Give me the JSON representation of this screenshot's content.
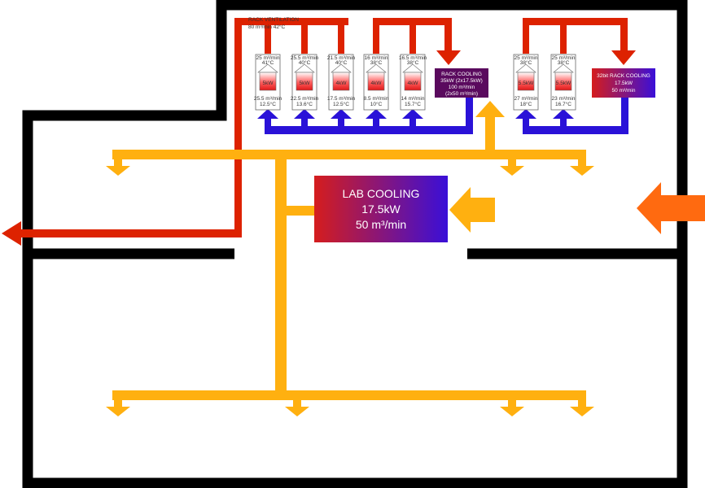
{
  "colors": {
    "wall": "#000000",
    "hot_air": "#dd2200",
    "cool_air": "#ffb010",
    "return_air": "#2a12d8",
    "intake": "#ff6a10",
    "cooling_grad_start": "#d51d1d",
    "cooling_grad_end": "#3a0fd8"
  },
  "labels": {
    "rack_ventilation": "RACK VENTILATION",
    "rack_ventilation_sub": "80 m³/min  42°C",
    "rack_cooling_1": [
      "RACK COOLING",
      "35kW (2x17.5kW)",
      "100 m³/min",
      "(2x50 m³/min)"
    ],
    "rack_cooling_2": [
      "32bit RACK COOLING",
      "17.5kW",
      "50 m³/min"
    ],
    "lab_cooling_title": "LAB COOLING",
    "lab_cooling_power": "17.5kW",
    "lab_cooling_flow": "50 m³/min"
  },
  "racks_group1": [
    {
      "top_flow": "25 m³/min",
      "top_temp": "41°C",
      "power": "5kW",
      "bottom_flow": "25.5 m³/min",
      "bottom_temp": "12.5°C"
    },
    {
      "top_flow": "25.5 m³/min",
      "top_temp": "40°C",
      "power": "5kW",
      "bottom_flow": "22.5 m³/min",
      "bottom_temp": "13.6°C"
    },
    {
      "top_flow": "21.5 m³/min",
      "top_temp": "40°C",
      "power": "4kW",
      "bottom_flow": "17.5 m³/min",
      "bottom_temp": "12.5°C"
    },
    {
      "top_flow": "16 m³/min",
      "top_temp": "38°C",
      "power": "4kW",
      "bottom_flow": "8.5 m³/min",
      "bottom_temp": "10°C"
    },
    {
      "top_flow": "16.5 m³/min",
      "top_temp": "38°C",
      "power": "4kW",
      "bottom_flow": "14 m³/min",
      "bottom_temp": "15.7°C"
    }
  ],
  "racks_group2": [
    {
      "top_flow": "25 m³/min",
      "top_temp": "38°C",
      "power": "5.5kW",
      "bottom_flow": "27 m³/min",
      "bottom_temp": "18°C"
    },
    {
      "top_flow": "25 m³/min",
      "top_temp": "38°C",
      "power": "5.5kW",
      "bottom_flow": "23 m³/min",
      "bottom_temp": "16.7°C"
    }
  ]
}
